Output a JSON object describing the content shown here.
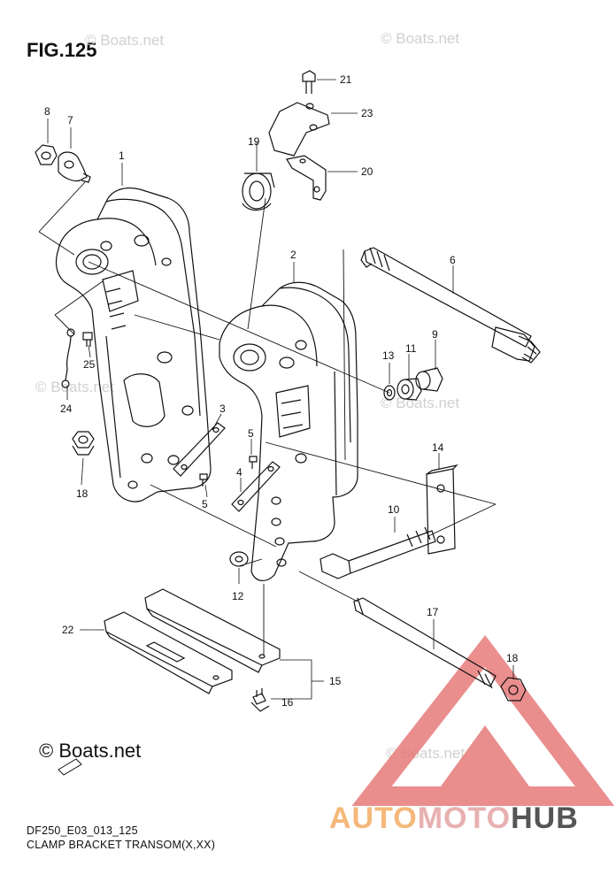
{
  "figure": {
    "title": "FIG.125",
    "code": "DF250_E03_013_125",
    "description": "CLAMP BRACKET TRANSOM(X,XX)"
  },
  "watermarks": {
    "text": "© Boats.net",
    "logo_text": "© Boats.net"
  },
  "brand": {
    "part1": "AUTO",
    "part2": "MOTO",
    "part3": "HUB",
    "colors": {
      "part1": "#f5b87a",
      "part2": "#e8b0b0",
      "part3": "#555555",
      "triangle": "#e77a7a"
    }
  },
  "callouts": [
    "1",
    "2",
    "3",
    "4",
    "5",
    "5",
    "6",
    "7",
    "8",
    "9",
    "10",
    "11",
    "12",
    "13",
    "14",
    "15",
    "16",
    "17",
    "18",
    "18",
    "19",
    "20",
    "21",
    "22",
    "23",
    "24",
    "25"
  ]
}
